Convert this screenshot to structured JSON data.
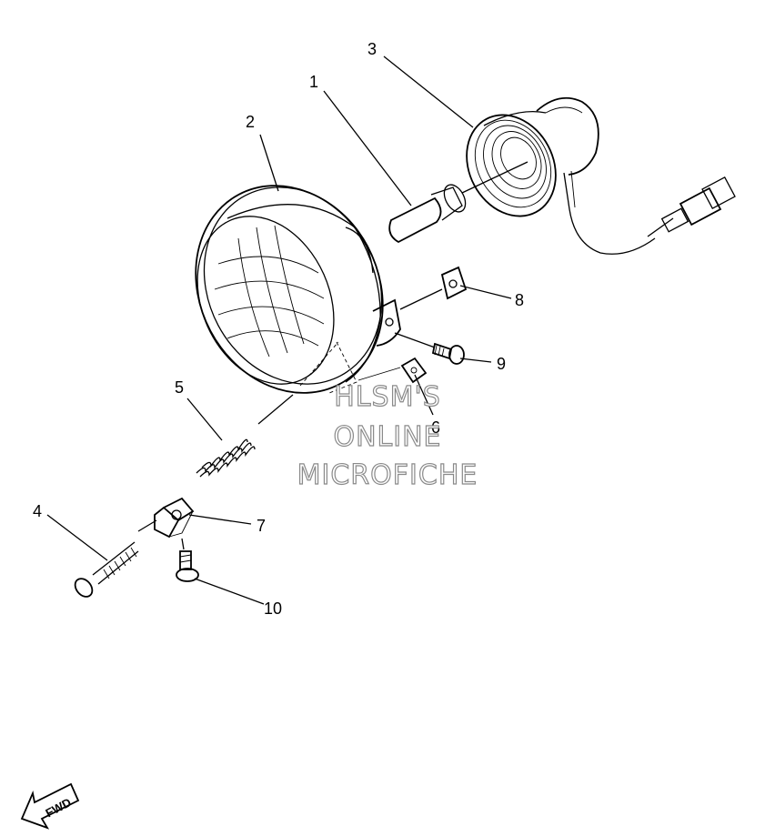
{
  "callouts": [
    {
      "key": "p1",
      "label": "1"
    },
    {
      "key": "p2",
      "label": "2"
    },
    {
      "key": "p3",
      "label": "3"
    },
    {
      "key": "p4",
      "label": "4"
    },
    {
      "key": "p5",
      "label": "5"
    },
    {
      "key": "p6",
      "label": "6"
    },
    {
      "key": "p7",
      "label": "7"
    },
    {
      "key": "p8",
      "label": "8"
    },
    {
      "key": "p9",
      "label": "9"
    },
    {
      "key": "p10",
      "label": "10"
    }
  ],
  "watermark": {
    "line1": "HLSM'S",
    "line2": "ONLINE",
    "line3": "MICROFICHE"
  },
  "direction": {
    "label": "FWD",
    "icon": "fwd-arrow-icon"
  }
}
